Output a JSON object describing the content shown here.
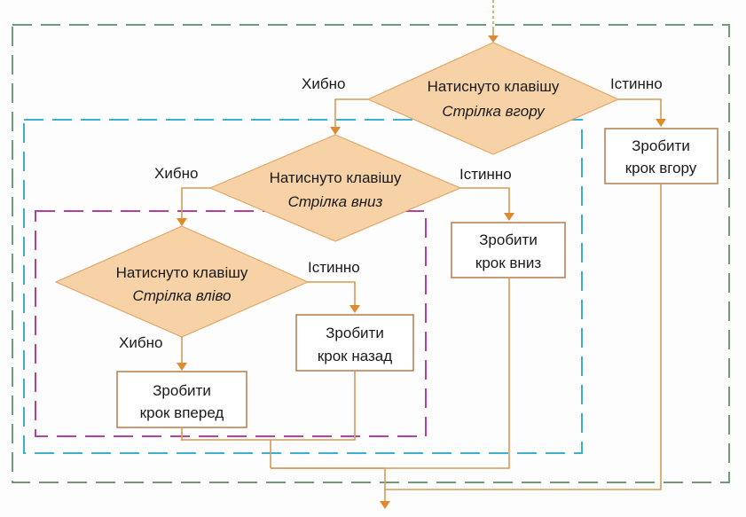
{
  "colors": {
    "outer_frame": "#6f9c74",
    "middle_frame": "#3bb0d0",
    "inner_frame": "#b3409a",
    "diamond_fill": "#f6d2a6",
    "flow_line": "#d79a55",
    "arrow_head": "#e08a2e"
  },
  "labels": {
    "false": "Хибно",
    "true": "Істинно"
  },
  "decisions": {
    "up": {
      "line1": "Натиснуто клавішу",
      "line2": "Стрілка вгору"
    },
    "down": {
      "line1": "Натиснуто клавішу",
      "line2": "Стрілка вниз"
    },
    "left": {
      "line1": "Натиснуто клавішу",
      "line2": "Стрілка вліво"
    }
  },
  "actions": {
    "step_up": {
      "line1": "Зробити",
      "line2": "крок вгору"
    },
    "step_down": {
      "line1": "Зробити",
      "line2": "крок вниз"
    },
    "step_back": {
      "line1": "Зробити",
      "line2": "крок назад"
    },
    "step_forward": {
      "line1": "Зробити",
      "line2": "крок вперед"
    }
  }
}
